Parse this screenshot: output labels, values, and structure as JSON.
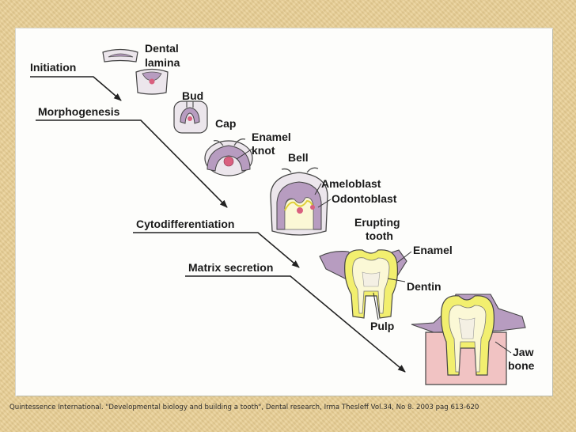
{
  "stages": {
    "initiation": "Initiation",
    "morphogenesis": "Morphogenesis",
    "cytodifferentiation": "Cytodifferentiation",
    "matrix_secretion": "Matrix secretion"
  },
  "labels": {
    "dental_lamina_1": "Dental",
    "dental_lamina_2": "lamina",
    "bud": "Bud",
    "cap": "Cap",
    "enamel_knot_1": "Enamel",
    "enamel_knot_2": "knot",
    "bell": "Bell",
    "ameloblast": "Ameloblast",
    "odontoblast": "Odontoblast",
    "erupting_tooth_1": "Erupting",
    "erupting_tooth_2": "tooth",
    "enamel": "Enamel",
    "dentin": "Dentin",
    "pulp": "Pulp",
    "jaw_bone_1": "Jaw",
    "jaw_bone_2": "bone"
  },
  "citation": "Quintessence International. \"Developmental biology and building a tooth\", Dental research, Irma Thesleff Vol.34, No 8. 2003 pag 613-620",
  "colors": {
    "background": "#e8cf96",
    "epithelium": "#b79cc0",
    "mesenchyme": "#ece6ec",
    "enamel_knot": "#d9607f",
    "enamel": "#f2ef6f",
    "dentin": "#fbf8d6",
    "jaw_bone": "#f1c3c3"
  }
}
